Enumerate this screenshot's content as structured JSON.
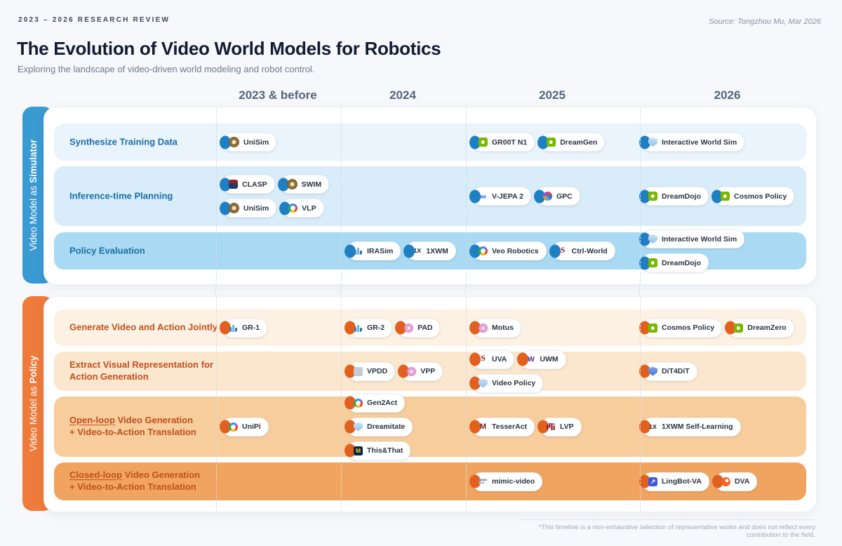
{
  "header": {
    "eyebrow": "2023 – 2026 RESEARCH REVIEW",
    "source": "Source: Tongzhou Mu, Mar 2026",
    "title": "The Evolution of Video World Models for Robotics",
    "subtitle": "Exploring the landscape of video-driven world modeling and robot control."
  },
  "columns": [
    "2023 & before",
    "2024",
    "2025",
    "2026"
  ],
  "colors": {
    "simulator_tab": "#3A9AD2",
    "policy_tab": "#EE7B3B",
    "simulator_accent": "#1F7FC3",
    "policy_accent": "#E2601E",
    "simulator_label_color": "#1A6FA8",
    "policy_label_color": "#C04F1D",
    "simulator_row_tints": [
      "#EAF4FC",
      "#D8ECF9",
      "#A9D9F3"
    ],
    "policy_row_tints": [
      "#FDF1E3",
      "#FBE7CE",
      "#F7CD9C",
      "#F1A45F"
    ]
  },
  "sections": [
    {
      "tab_prefix": "Video Model as",
      "tab_bold": "Simulator",
      "rows": [
        {
          "label": {
            "underline": "",
            "line1": "Synthesize Training Data",
            "line2": ""
          },
          "cells": [
            [
              {
                "label": "UniSim",
                "icon": "unisim-coin-logo"
              }
            ],
            [],
            [
              {
                "label": "GR00T N1",
                "icon": "nvidia-logo"
              },
              {
                "label": "DreamGen",
                "icon": "nvidia-logo"
              }
            ],
            [
              {
                "label": "Interactive World Sim",
                "icon": "world-sim-shield-logo"
              }
            ]
          ]
        },
        {
          "label": {
            "underline": "",
            "line1": "Inference-time Planning",
            "line2": ""
          },
          "cells": [
            [
              {
                "label": "CLASP",
                "icon": "clasp-crest-logo"
              },
              {
                "label": "SWIM",
                "icon": "swim-coin-logo"
              },
              {
                "label": "UniSim",
                "icon": "unisim-coin-logo"
              },
              {
                "label": "VLP",
                "icon": "google-logo"
              }
            ],
            [],
            [
              {
                "label": "V-JEPA 2",
                "icon": "meta-logo"
              },
              {
                "label": "GPC",
                "icon": "gpc-mosaic-logo"
              }
            ],
            [
              {
                "label": "DreamDojo",
                "icon": "nvidia-logo"
              },
              {
                "label": "Cosmos Policy",
                "icon": "nvidia-logo"
              }
            ]
          ]
        },
        {
          "label": {
            "underline": "",
            "line1": "Policy Evaluation",
            "line2": ""
          },
          "cells": [
            [],
            [
              {
                "label": "IRASim",
                "icon": "barchart-logo"
              },
              {
                "label": "1XWM",
                "icon": "1x-logo"
              }
            ],
            [
              {
                "label": "Veo Robotics",
                "icon": "google-logo"
              },
              {
                "label": "Ctrl-World",
                "icon": "stanford-logo"
              }
            ],
            [
              {
                "label": "Interactive World Sim",
                "icon": "world-sim-shield-logo"
              },
              {
                "label": "DreamDojo",
                "icon": "nvidia-logo"
              }
            ]
          ]
        }
      ]
    },
    {
      "tab_prefix": "Video Model as",
      "tab_bold": "Policy",
      "rows": [
        {
          "label": {
            "underline": "",
            "line1": "Generate Video and Action Jointly",
            "line2": ""
          },
          "cells": [
            [
              {
                "label": "GR-1",
                "icon": "barchart-logo"
              }
            ],
            [
              {
                "label": "GR-2",
                "icon": "barchart-logo"
              },
              {
                "label": "PAD",
                "icon": "flower-logo"
              }
            ],
            [
              {
                "label": "Motus",
                "icon": "flower-logo"
              }
            ],
            [
              {
                "label": "Cosmos Policy",
                "icon": "nvidia-logo"
              },
              {
                "label": "DreamZero",
                "icon": "nvidia-logo"
              }
            ]
          ]
        },
        {
          "label": {
            "underline": "",
            "line1": "Extract Visual Representation for",
            "line2": "Action Generation"
          },
          "cells": [
            [],
            [
              {
                "label": "VPDD",
                "icon": "vpdd-logo"
              },
              {
                "label": "VPP",
                "icon": "flower-logo"
              }
            ],
            [
              {
                "label": "UVA",
                "icon": "stanford-logo"
              },
              {
                "label": "UWM",
                "icon": "uw-logo"
              },
              {
                "label": "Video Policy",
                "icon": "world-sim-shield-logo"
              }
            ],
            [
              {
                "label": "DiT4DiT",
                "icon": "dit-shield-logo"
              }
            ]
          ]
        },
        {
          "label": {
            "underline": "Open-loop",
            "line1": " Video Generation",
            "line2": "+ Video-to-Action Translation"
          },
          "cells": [
            [
              {
                "label": "UniPi",
                "icon": "google-logo"
              }
            ],
            [
              {
                "label": "Gen2Act",
                "icon": "google-logo"
              },
              {
                "label": "Dreamitate",
                "icon": "world-sim-shield-logo"
              },
              {
                "label": "This&That",
                "icon": "michigan-logo"
              }
            ],
            [
              {
                "label": "TesserAct",
                "icon": "maroon-m-logo"
              },
              {
                "label": "LVP",
                "icon": "mit-logo"
              }
            ],
            [
              {
                "label": "1XWM Self-Learning",
                "icon": "1x-logo"
              }
            ]
          ]
        },
        {
          "label": {
            "underline": "Closed-loop",
            "line1": " Video Generation",
            "line2": "+ Video-to-Action Translation"
          },
          "cells": [
            [],
            [],
            [
              {
                "label": "mimic-video",
                "icon": "mimic-lines-logo"
              }
            ],
            [
              {
                "label": "LingBot-VA",
                "icon": "lingbot-logo"
              },
              {
                "label": "DVA",
                "icon": "dva-logo"
              }
            ]
          ]
        }
      ]
    }
  ],
  "footnote": "*This timeline is a non-exhaustive selection of representative works and does not reflect every contribution to the field."
}
